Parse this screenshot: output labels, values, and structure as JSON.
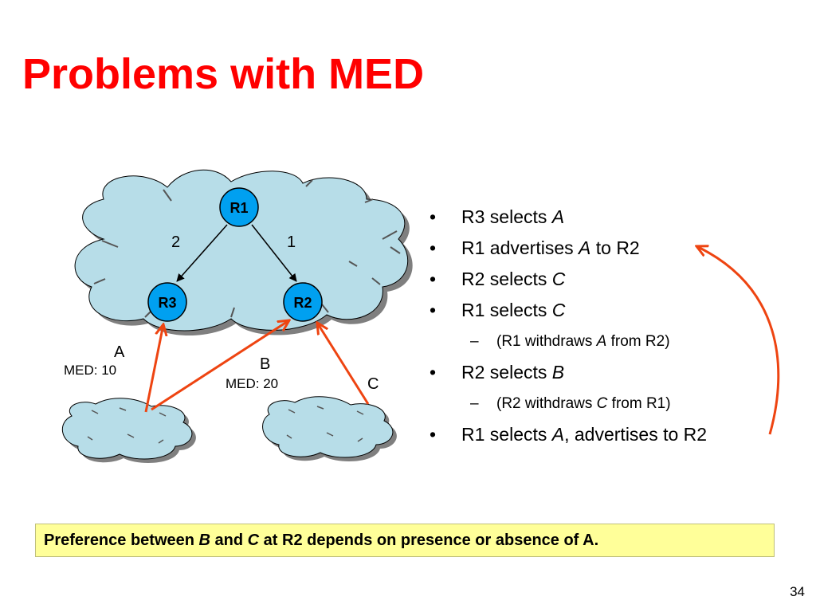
{
  "title": "Problems with MED",
  "diagram": {
    "routers": {
      "r1": "R1",
      "r2": "R2",
      "r3": "R3"
    },
    "edge_labels": {
      "r1_r3": "2",
      "r1_r2": "1"
    },
    "routes": {
      "a": {
        "name": "A",
        "med": "MED: 10"
      },
      "b": {
        "name": "B",
        "med": "MED: 20"
      },
      "c": {
        "name": "C"
      }
    }
  },
  "bullets": [
    {
      "pre": "R3 selects ",
      "em": "A",
      "post": ""
    },
    {
      "pre": "R1 advertises ",
      "em": "A",
      "post": " to R2"
    },
    {
      "pre": "R2 selects ",
      "em": "C",
      "post": ""
    },
    {
      "pre": "R1 selects ",
      "em": "C",
      "post": ""
    },
    {
      "pre": "(R1 withdraws ",
      "em": "A",
      "post": " from R2)"
    },
    {
      "pre": "R2 selects ",
      "em": "B",
      "post": ""
    },
    {
      "pre": "(R2 withdraws ",
      "em": "C",
      "post": " from R1)"
    },
    {
      "pre": "R1 selects ",
      "em": "A",
      "post": ", advertises to R2"
    }
  ],
  "note": {
    "p1": "Preference between ",
    "b": "B",
    "p2": " and ",
    "c": "C",
    "p3": " at R2 depends on presence or absence of A."
  },
  "page_number": "34",
  "colors": {
    "title": "#ff0000",
    "cloud": "#b7dde8",
    "router": "#00a0f0",
    "arrow": "#ee4411",
    "note_bg": "#ffff99"
  }
}
